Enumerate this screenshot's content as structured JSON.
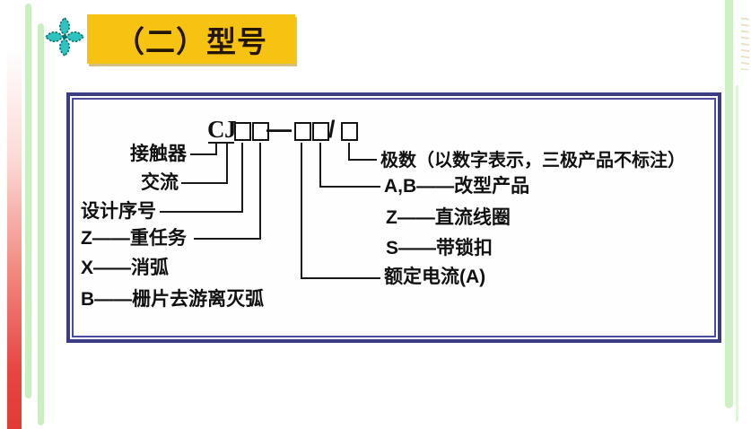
{
  "slide": {
    "title": "（二）型号"
  },
  "diagram": {
    "code": {
      "letter_c": "C",
      "letter_j": "J",
      "dash": "—",
      "slash": "/"
    },
    "left_labels": [
      "接触器",
      "交流",
      "设计序号",
      "Z——重任务",
      "X——消弧",
      "B——栅片去游离灭弧"
    ],
    "right_labels": [
      "极数（以数字表示，三极产品不标注）",
      "A,B——改型产品",
      "Z——直流线圈",
      "S——带锁扣",
      "额定电流(A)"
    ]
  },
  "colors": {
    "banner_yellow": "#F7C313",
    "frame_navy": "#3C3C82",
    "stripe_green": "#CBEFC2",
    "stripe_red": "#E64541",
    "clover_teal": "#2EC3C0",
    "line_black": "#1A1A1A"
  }
}
